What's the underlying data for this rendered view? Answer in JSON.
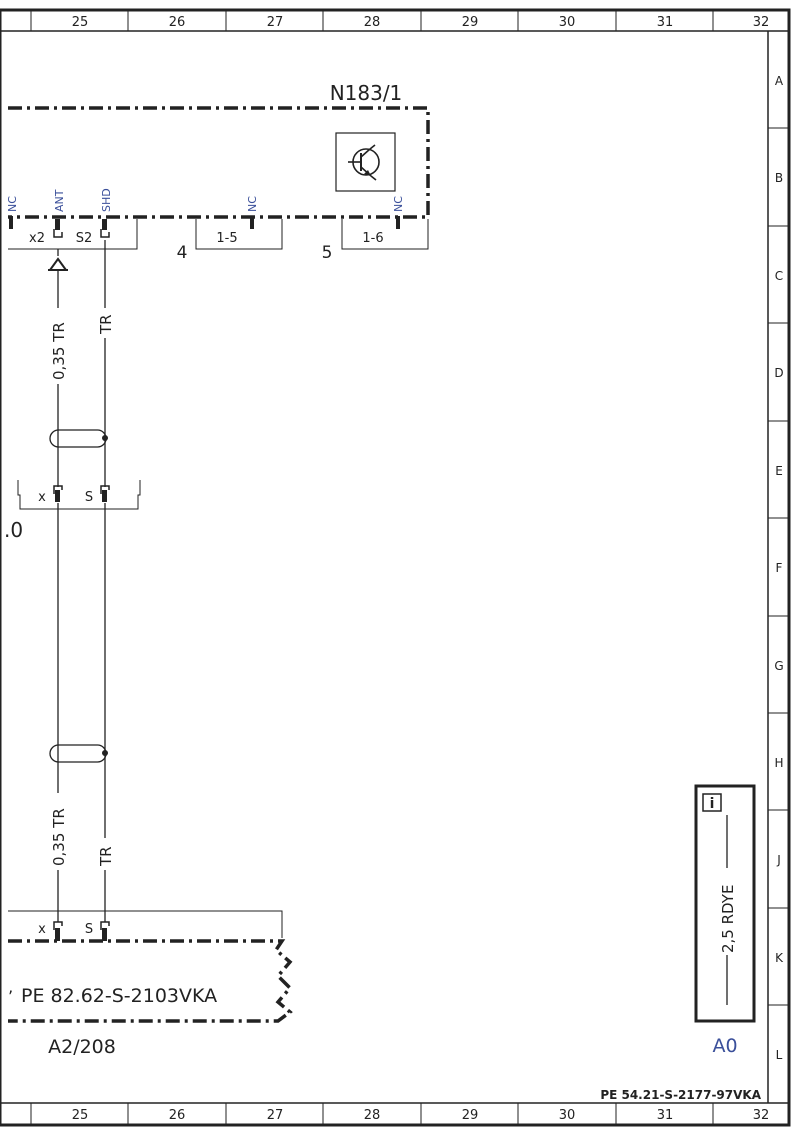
{
  "frame": {
    "columns": [
      "25",
      "26",
      "27",
      "28",
      "29",
      "30",
      "31",
      "32"
    ],
    "rows": [
      "A",
      "B",
      "C",
      "D",
      "E",
      "F",
      "G",
      "H",
      "J",
      "K",
      "L"
    ]
  },
  "component_top": {
    "label": "N183/1",
    "pins": [
      {
        "signal": "NC"
      },
      {
        "signal": "ANT"
      },
      {
        "signal": "SHD"
      },
      {
        "signal": "NC"
      },
      {
        "signal": "NC"
      }
    ],
    "connectors": [
      {
        "pin_x": "x2",
        "pin_s": "S2"
      },
      {
        "number": "4",
        "label": "1-5"
      },
      {
        "number": "5",
        "label": "1-6"
      }
    ]
  },
  "wires": {
    "upper_left": "0,35 TR",
    "upper_right": "TR",
    "lower_left": "0,35 TR",
    "lower_right": "TR"
  },
  "connector_mid": {
    "pin_x": "x",
    "pin_s": "S",
    "partial_label": ".0"
  },
  "component_bottom": {
    "pin_x": "x",
    "pin_s": "S",
    "reference": "PE 82.62-S-2103VKA",
    "label": "A2/208"
  },
  "info_box": {
    "icon_text": "i",
    "wire": "2,5 RDYE",
    "ground_label": "A0"
  },
  "footer": {
    "document_ref": "PE 54.21-S-2177-97VKA"
  }
}
